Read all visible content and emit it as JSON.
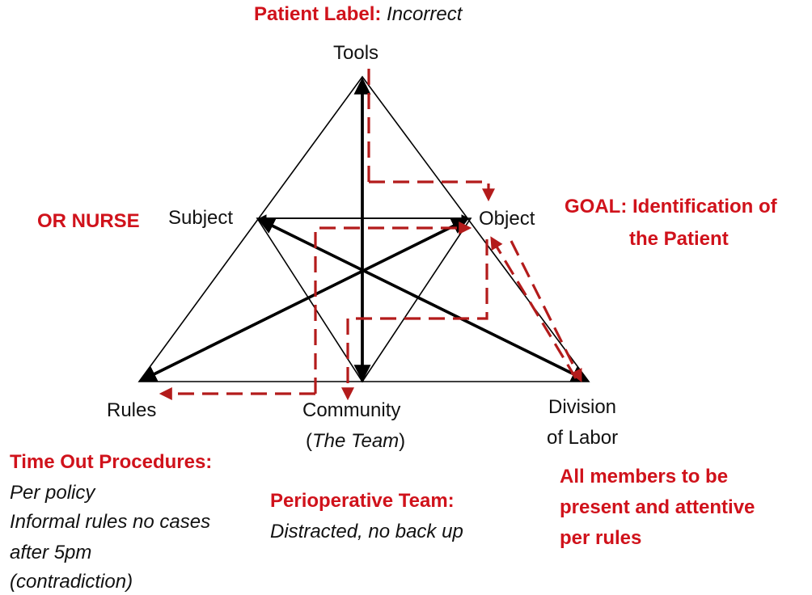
{
  "colors": {
    "accent_red": "#d0121b",
    "dashed_arrow": "#b31b1b",
    "line": "#000000"
  },
  "header": {
    "patient_label_key": "Patient Label:",
    "patient_label_value": "Incorrect"
  },
  "nodes": {
    "tools": "Tools",
    "subject": "Subject",
    "object": "Object",
    "rules": "Rules",
    "community": "Community",
    "community_sub_open": "(",
    "community_sub": "The Team",
    "community_sub_close": ")",
    "division_line1": "Division",
    "division_line2": "of Labor"
  },
  "annotations": {
    "or_nurse": "OR NURSE",
    "goal_line1": "GOAL:  Identification of",
    "goal_line2": "the Patient",
    "timeout_title": "Time Out Procedures:",
    "timeout_lines": [
      "Per policy",
      "Informal rules no cases",
      "after 5pm",
      "(contradiction)"
    ],
    "periop_title": "Perioperative Team:",
    "periop_text": "Distracted, no back up",
    "members_lines": [
      "All members to be",
      "present and attentive",
      "per rules"
    ]
  }
}
